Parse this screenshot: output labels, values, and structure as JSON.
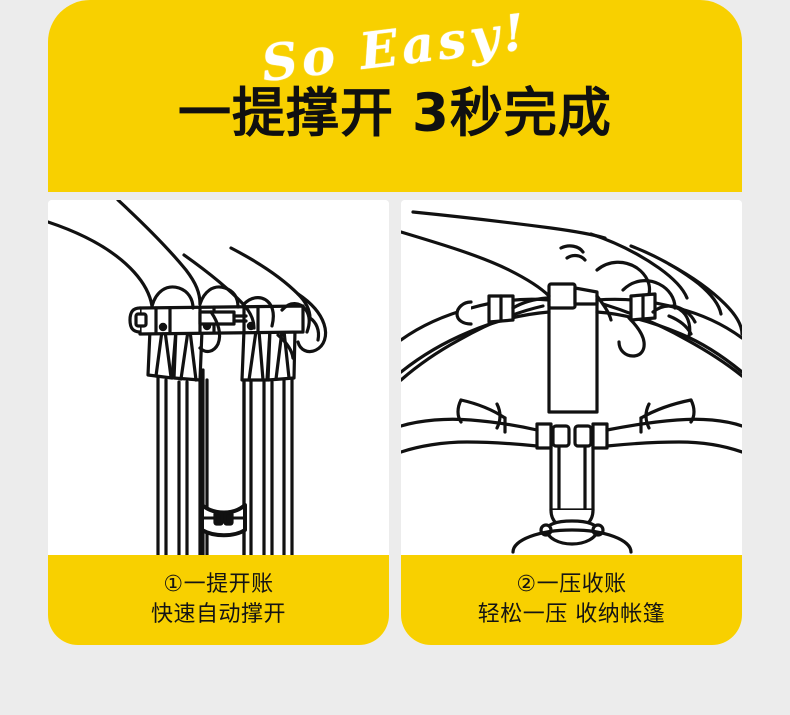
{
  "background_color": "#ececec",
  "accent_color": "#f8d000",
  "banner": {
    "script_text": "So Easy!",
    "title_part1": "一提撑开",
    "title_part2": "3秒完成"
  },
  "panels": [
    {
      "illustration_name": "hand-pulling-tent-hub-illustration",
      "caption_line1": "①一提开账",
      "caption_line2": "快速自动撑开"
    },
    {
      "illustration_name": "hand-pressing-tent-hub-illustration",
      "caption_line1": "②一压收账",
      "caption_line2": "轻松一压 收纳帐篷"
    }
  ]
}
